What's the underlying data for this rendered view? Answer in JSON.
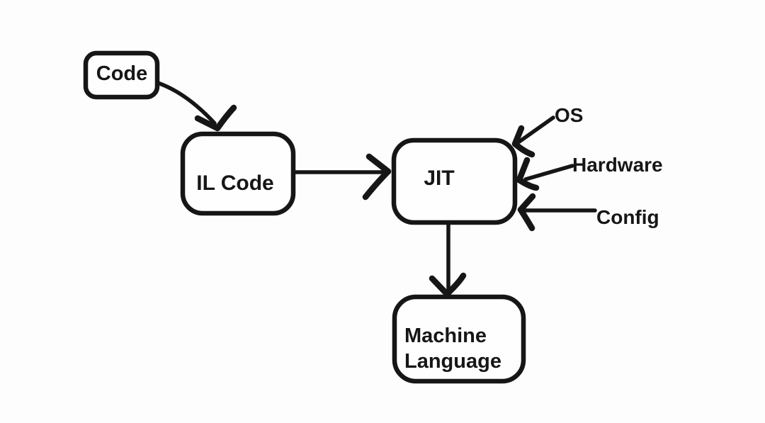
{
  "nodes": {
    "code": {
      "label": "Code"
    },
    "il_code": {
      "label": "IL Code"
    },
    "jit": {
      "label": "JIT"
    },
    "machine_language": {
      "lines": [
        "Machine",
        "Language"
      ]
    }
  },
  "inputs": {
    "os": {
      "label": "OS"
    },
    "hardware": {
      "label": "Hardware"
    },
    "config": {
      "label": "Config"
    }
  },
  "edges": [
    {
      "from": "Code",
      "to": "IL Code"
    },
    {
      "from": "IL Code",
      "to": "JIT"
    },
    {
      "from": "OS",
      "to": "JIT"
    },
    {
      "from": "Hardware",
      "to": "JIT"
    },
    {
      "from": "Config",
      "to": "JIT"
    },
    {
      "from": "JIT",
      "to": "Machine Language"
    }
  ],
  "colors": {
    "ink": "#161616",
    "background": "#fdfdfd"
  }
}
